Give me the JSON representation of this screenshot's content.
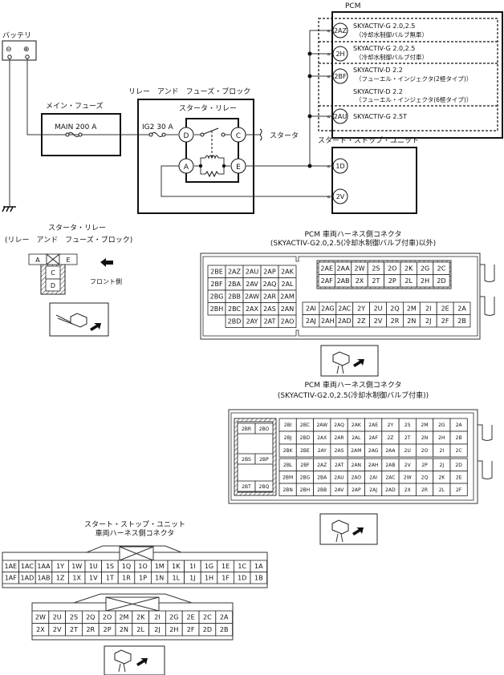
{
  "circuit": {
    "battery_label": "バッテリ",
    "battery_minus": "⊖",
    "battery_plus": "⊕",
    "main_fuse_label": "メイン・フューズ",
    "main_fuse_value": "MAIN 200 A",
    "relay_block_label": "リレー　アンド　フューズ・ブロック",
    "ig2_fuse_value": "IG2 30 A",
    "starter_relay_label": "スタータ・リレー",
    "relay_terminals": {
      "a": "A",
      "c": "C",
      "d": "D",
      "e": "E"
    },
    "starter_label": "スタータ",
    "pcm_label": "PCM",
    "pcm_pins": {
      "p1": "2AZ",
      "p2": "2H",
      "p3": "2BF",
      "p4": "2AU"
    },
    "pcm_variants": [
      {
        "line1": "SKYACTIV-G 2.0,2.5",
        "line2": "（冷却水制御バルブ無車）"
      },
      {
        "line1": "SKYACTIV-G 2.0,2.5",
        "line2": "（冷却水制御バルブ付車）"
      },
      {
        "line1": "SKYACTIV-D 2.2",
        "line2": "（フューエル・インジェクタ(2極タイプ)）"
      },
      {
        "line1": "SKYACTIV-D 2.2",
        "line2": "（フューエル・インジェクタ(6極タイプ)）"
      },
      {
        "line1": "SKYACTIV-G 2.5T",
        "line2": ""
      }
    ],
    "ssu_label": "スタート・ストップ・ユニット",
    "ssu_pins": {
      "p1": "1D",
      "p2": "2V"
    }
  },
  "relay_connector": {
    "title1": "スタータ・リレー",
    "title2": "(リレー　アンド　フューズ・ブロック)",
    "terminals": {
      "a": "A",
      "e": "E",
      "c": "C",
      "d": "D"
    },
    "front_label": "フロント側"
  },
  "pcm_connector_1": {
    "title1": "PCM 車両ハーネス側コネクタ",
    "title2": "(SKYACTIV-G2.0,2.5(冷却水制御バルブ付車)以外)",
    "left_grid": [
      [
        "2BE",
        "2AZ",
        "2AU",
        "2AP",
        "2AK"
      ],
      [
        "2BF",
        "2BA",
        "2AV",
        "2AQ",
        "2AL"
      ],
      [
        "2BG",
        "2BB",
        "2AW",
        "2AR",
        "2AM"
      ],
      [
        "2BH",
        "2BC",
        "2AX",
        "2AS",
        "2AN"
      ],
      [
        "",
        "2BD",
        "2AY",
        "2AT",
        "2AO"
      ]
    ],
    "top_right_grid": [
      [
        "2AE",
        "2AA",
        "2W",
        "2S",
        "2O",
        "2K",
        "2G",
        "2C"
      ],
      [
        "2AF",
        "2AB",
        "2X",
        "2T",
        "2P",
        "2L",
        "2H",
        "2D"
      ]
    ],
    "bottom_right_grid": [
      [
        "2AI",
        "2AG",
        "2AC",
        "2Y",
        "2U",
        "2Q",
        "2M",
        "2I",
        "2E",
        "2A"
      ],
      [
        "2AJ",
        "2AH",
        "2AD",
        "2Z",
        "2V",
        "2R",
        "2N",
        "2J",
        "2F",
        "2B"
      ]
    ]
  },
  "pcm_connector_2": {
    "title1": "PCM 車両ハーネス側コネクタ",
    "title2": "(SKYACTIV-G2.0,2.5(冷却水制御バルブ付車))",
    "left_pins": [
      [
        "2BR",
        "2BO"
      ],
      [
        "2BS",
        "2BP"
      ],
      [
        "2BT",
        "2BQ"
      ]
    ],
    "top_grid": [
      [
        "2BI",
        "2BC",
        "2AW",
        "2AQ",
        "2AK",
        "2AE",
        "2Y",
        "2S",
        "2M",
        "2G",
        "2A"
      ],
      [
        "2BJ",
        "2BD",
        "2AX",
        "2AR",
        "2AL",
        "2AF",
        "2Z",
        "2T",
        "2N",
        "2H",
        "2B"
      ],
      [
        "2BK",
        "2BE",
        "2AY",
        "2AS",
        "2AM",
        "2AG",
        "2AA",
        "2U",
        "2O",
        "2I",
        "2C"
      ]
    ],
    "bottom_grid": [
      [
        "2BL",
        "2BF",
        "2AZ",
        "2AT",
        "2AN",
        "2AH",
        "2AB",
        "2V",
        "2P",
        "2J",
        "2D"
      ],
      [
        "2BM",
        "2BG",
        "2BA",
        "2AU",
        "2AO",
        "2AI",
        "2AC",
        "2W",
        "2Q",
        "2K",
        "2E"
      ],
      [
        "2BN",
        "2BH",
        "2BB",
        "2AV",
        "2AP",
        "2AJ",
        "2AD",
        "2X",
        "2R",
        "2L",
        "2F"
      ]
    ]
  },
  "ssu_connector": {
    "title1": "スタート・ストップ・ユニット",
    "title2": "車両ハーネス側コネクタ",
    "grid_1": [
      [
        "1AE",
        "1AC",
        "1AA",
        "1Y",
        "1W",
        "1U",
        "1S",
        "1Q",
        "1O",
        "1M",
        "1K",
        "1I",
        "1G",
        "1E",
        "1C",
        "1A"
      ],
      [
        "1AF",
        "1AD",
        "1AB",
        "1Z",
        "1X",
        "1V",
        "1T",
        "1R",
        "1P",
        "1N",
        "1L",
        "1J",
        "1H",
        "1F",
        "1D",
        "1B"
      ]
    ],
    "grid_2": [
      [
        "2W",
        "2U",
        "2S",
        "2Q",
        "2O",
        "2M",
        "2K",
        "2I",
        "2G",
        "2E",
        "2C",
        "2A"
      ],
      [
        "2X",
        "2V",
        "2T",
        "2R",
        "2P",
        "2N",
        "2L",
        "2J",
        "2H",
        "2F",
        "2D",
        "2B"
      ]
    ]
  }
}
